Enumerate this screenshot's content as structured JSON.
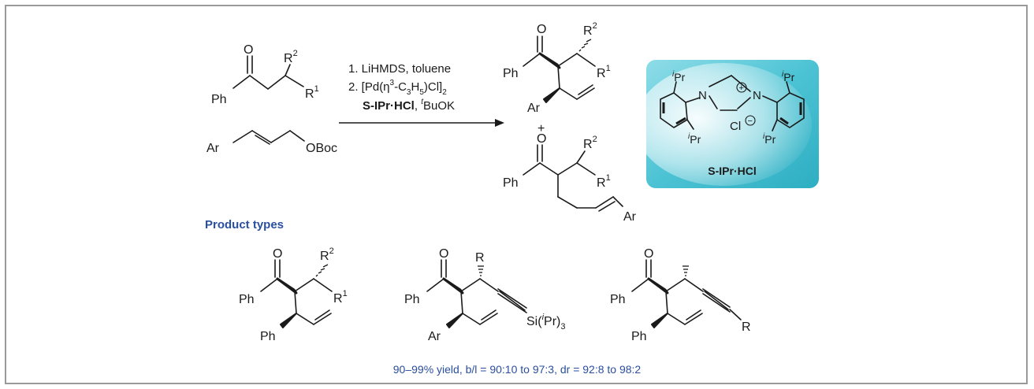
{
  "reactants": {
    "ketone": {
      "o": "O",
      "ph": "Ph",
      "r1": "R",
      "r1_sup": "1",
      "r2": "R",
      "r2_sup": "2"
    },
    "allyl": {
      "ar": "Ar",
      "oboc": "OBoc"
    }
  },
  "conditions": {
    "step1": "1. LiHMDS, toluene",
    "step2_prefix": "2. [Pd(η",
    "step2_sup": "3",
    "step2_mid1": "-C",
    "step2_sub1": "3",
    "step2_mid2": "H",
    "step2_sub2": "5",
    "step2_mid3": ")Cl]",
    "step2_sub3": "2",
    "step3_bold": "S-IPr·HCl",
    "step3_sep": ", ",
    "step3_t": "t",
    "step3_base": "BuOK"
  },
  "products": {
    "branched": {
      "o": "O",
      "ph": "Ph",
      "ar": "Ar",
      "r1": "R",
      "r1_sup": "1",
      "r2": "R",
      "r2_sup": "2"
    },
    "plus": "+",
    "linear": {
      "o": "O",
      "ph": "Ph",
      "ar": "Ar",
      "r1": "R",
      "r1_sup": "1",
      "r2": "R",
      "r2_sup": "2"
    }
  },
  "ligand": {
    "label": "S-IPr·HCl",
    "ipr_i": "i",
    "ipr_pr": "Pr",
    "n": "N",
    "cl": "Cl",
    "plus_charge": "+",
    "minus_charge": "−",
    "panel_color": "#4cc3d4"
  },
  "product_types": {
    "heading": "Product types",
    "p1": {
      "o": "O",
      "ph": "Ph",
      "ph2": "Ph",
      "r1": "R",
      "r1_sup": "1",
      "r2": "R",
      "r2_sup": "2"
    },
    "p2": {
      "o": "O",
      "ph": "Ph",
      "ar": "Ar",
      "r": "R",
      "si": "Si(",
      "si_i": "i",
      "si_pr": "Pr)",
      "si_sub": "3"
    },
    "p3": {
      "o": "O",
      "ph": "Ph",
      "ph2": "Ph",
      "r": "R"
    }
  },
  "footer": "90–99% yield, b/l = 90:10 to 97:3, dr = 92:8 to 98:2",
  "colors": {
    "heading_blue": "#2a4fa0",
    "frame_gray": "#9a9a9a"
  }
}
